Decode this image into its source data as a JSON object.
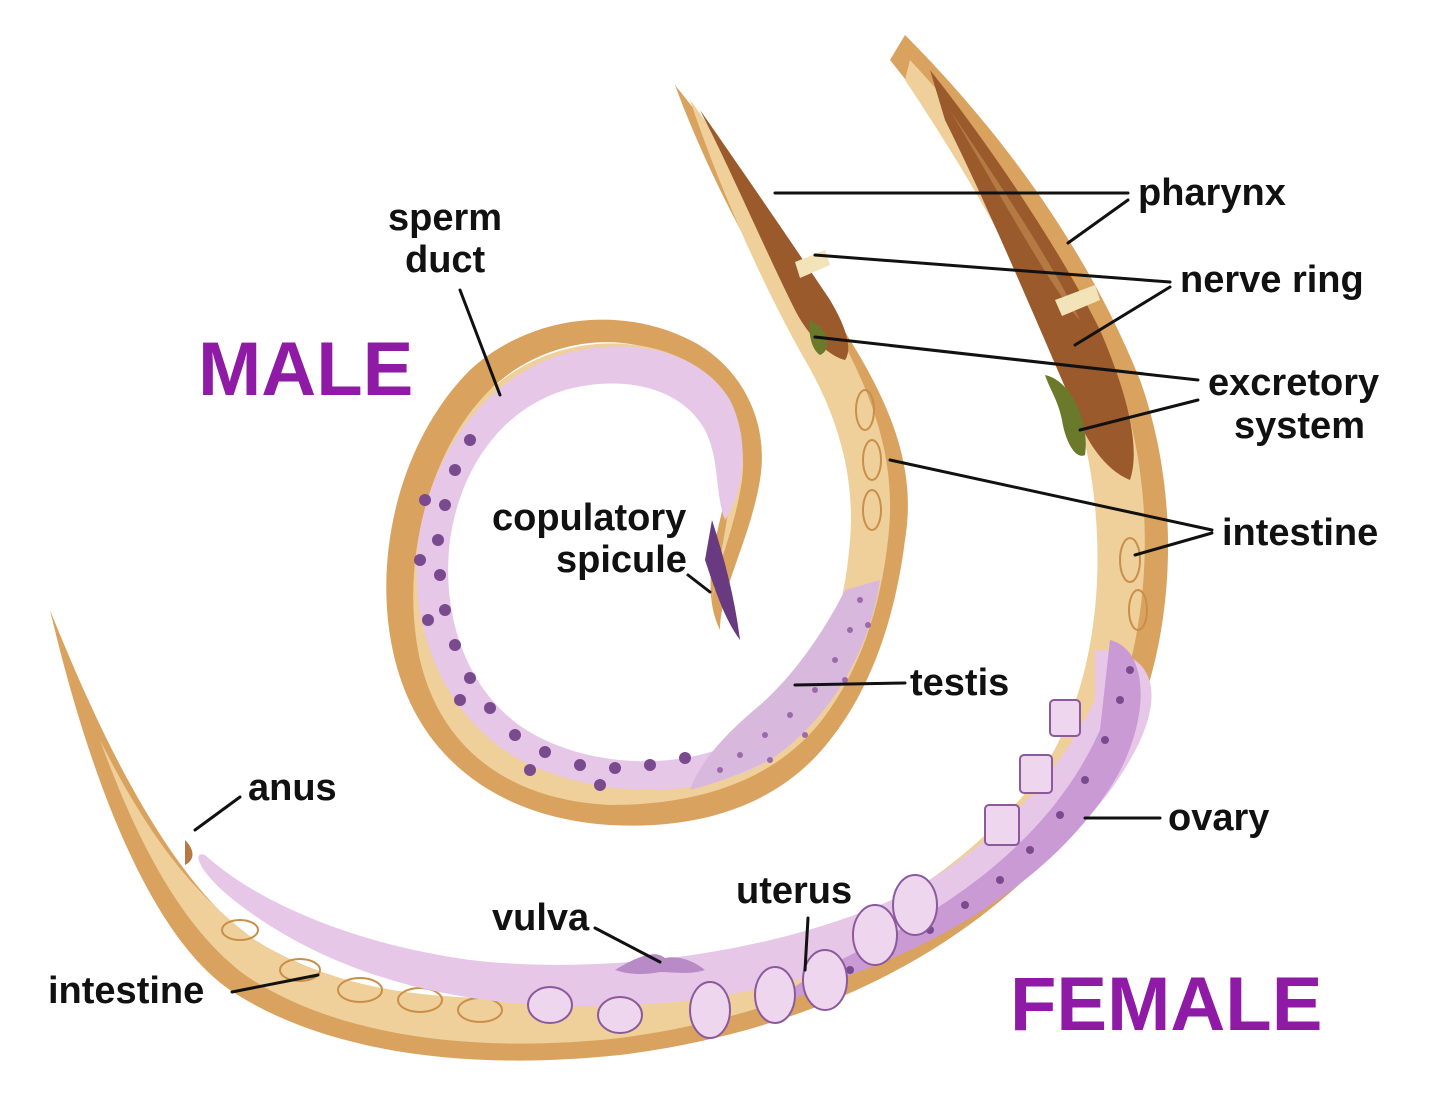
{
  "labels": {
    "male": "MALE",
    "female": "FEMALE",
    "sperm_duct_1": "sperm",
    "sperm_duct_2": "duct",
    "copulatory_1": "copulatory",
    "copulatory_2": "spicule",
    "testis": "testis",
    "pharynx": "pharynx",
    "nerve_ring": "nerve ring",
    "excretory_1": "excretory",
    "excretory_2": "system",
    "intestine_right": "intestine",
    "ovary": "ovary",
    "uterus": "uterus",
    "vulva": "vulva",
    "anus": "anus",
    "intestine_left": "intestine"
  },
  "colors": {
    "sex_label": "#8e1aa6",
    "cuticle": "#d9a35f",
    "body": "#efd09a",
    "reproductive": "#e6c7e8",
    "ovary": "#7a4a8f",
    "pharynx": "#9a5a2b"
  }
}
